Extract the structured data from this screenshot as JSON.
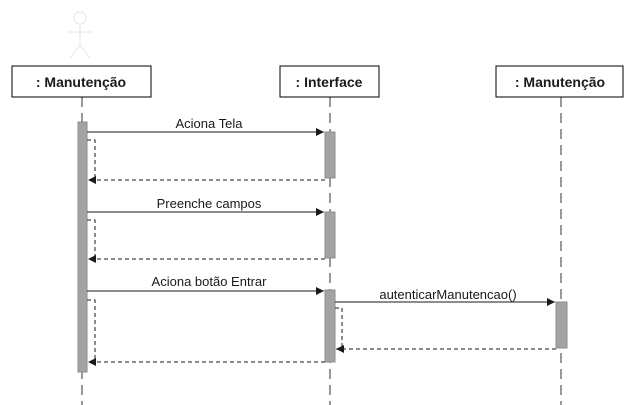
{
  "participants": [
    {
      "label": ": Manutenção"
    },
    {
      "label": ": Interface"
    },
    {
      "label": ": Manutenção"
    }
  ],
  "messages": [
    {
      "label": "Aciona Tela"
    },
    {
      "label": "Preenche campos"
    },
    {
      "label": "Aciona botão Entrar"
    },
    {
      "label": "autenticarManutencao()"
    }
  ],
  "colors": {
    "activation": "#a3a3a3",
    "line": "#1a1a1a",
    "box_border": "#000000"
  }
}
